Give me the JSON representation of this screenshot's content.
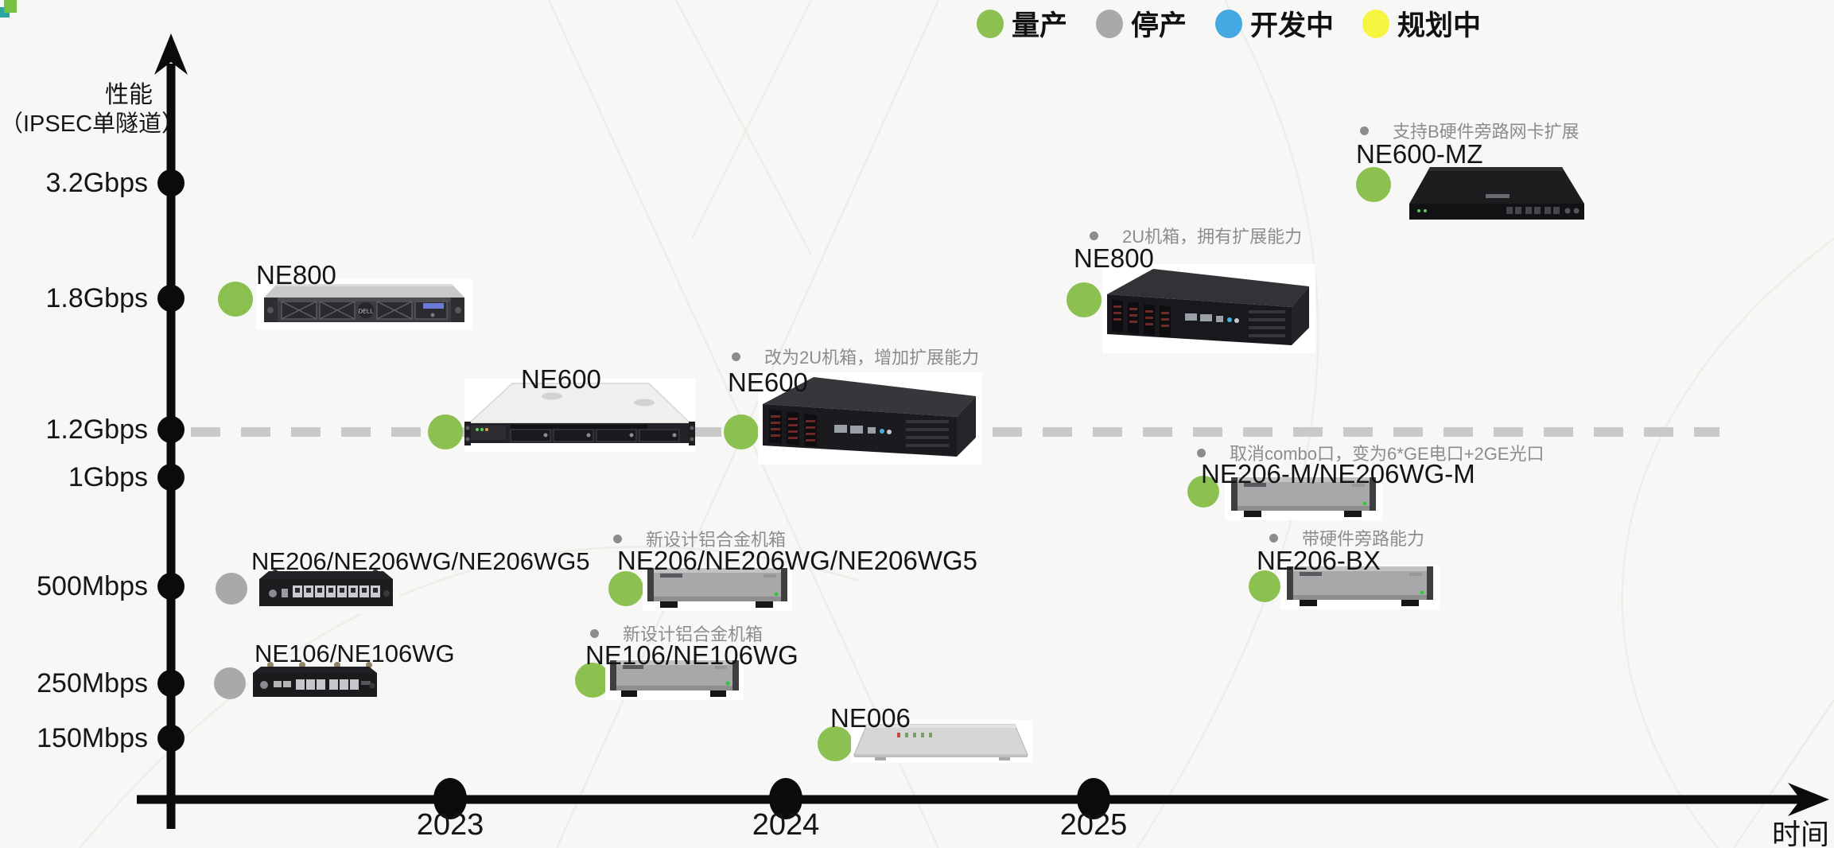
{
  "legend": {
    "items": [
      {
        "label": "量产",
        "color": "#8CC152"
      },
      {
        "label": "停产",
        "color": "#A9A9A9"
      },
      {
        "label": "开发中",
        "color": "#45A8E2"
      },
      {
        "label": "规划中",
        "color": "#F5F542"
      }
    ]
  },
  "axes": {
    "y_title_line1": "性能",
    "y_title_line2": "（IPSEC单隧道）",
    "x_title": "时间",
    "y_ticks": [
      "3.2Gbps",
      "1.8Gbps",
      "1.2Gbps",
      "1Gbps",
      "500Mbps",
      "250Mbps",
      "150Mbps"
    ],
    "x_ticks": [
      "2023",
      "2024",
      "2025"
    ]
  },
  "reference_line": {
    "value": "1.2Gbps",
    "color": "#C9C9C9",
    "style": "dashed"
  },
  "products": [
    {
      "label": "NE800",
      "status": "量产",
      "color": "#8CC152",
      "performance": "1.8Gbps"
    },
    {
      "label": "NE600",
      "status": "量产",
      "color": "#8CC152",
      "performance": "1.2Gbps"
    },
    {
      "label": "NE600",
      "status": "量产",
      "color": "#8CC152",
      "performance": "1.2Gbps",
      "note": "改为2U机箱，增加扩展能力"
    },
    {
      "label": "NE800",
      "status": "量产",
      "color": "#8CC152",
      "performance": "1.8Gbps",
      "note": "2U机箱，拥有扩展能力"
    },
    {
      "label": "NE600-MZ",
      "status": "量产",
      "color": "#8CC152",
      "performance": "3.2Gbps",
      "note": "支持B硬件旁路网卡扩展"
    },
    {
      "label": "NE206-M/NE206WG-M",
      "status": "量产",
      "color": "#8CC152",
      "performance": "1Gbps",
      "note": "取消combo口，变为6*GE电口+2GE光口"
    },
    {
      "label": "NE206-BX",
      "status": "量产",
      "color": "#8CC152",
      "performance": "500Mbps",
      "note": "带硬件旁路能力"
    },
    {
      "label": "NE206/NE206WG/NE206WG5",
      "status": "停产",
      "color": "#A9A9A9",
      "performance": "500Mbps"
    },
    {
      "label": "NE206/NE206WG/NE206WG5",
      "status": "量产",
      "color": "#8CC152",
      "performance": "500Mbps",
      "note": "新设计铝合金机箱"
    },
    {
      "label": "NE106/NE106WG",
      "status": "停产",
      "color": "#A9A9A9",
      "performance": "250Mbps"
    },
    {
      "label": "NE106/NE106WG",
      "status": "量产",
      "color": "#8CC152",
      "performance": "250Mbps",
      "note": "新设计铝合金机箱"
    },
    {
      "label": "NE006",
      "status": "量产",
      "color": "#8CC152",
      "performance": "150Mbps"
    }
  ],
  "chart_data": {
    "type": "scatter",
    "title": "",
    "xlabel": "时间",
    "ylabel": "性能（IPSEC单隧道）",
    "x_tick_labels": [
      "2023",
      "2024",
      "2025"
    ],
    "y_tick_labels": [
      "3.2Gbps",
      "1.8Gbps",
      "1.2Gbps",
      "1Gbps",
      "500Mbps",
      "250Mbps",
      "150Mbps"
    ],
    "reference_line": {
      "value": "1.2Gbps",
      "style": "dashed",
      "color": "#C9C9C9"
    },
    "legend": {
      "量产": "#8CC152",
      "停产": "#A9A9A9",
      "开发中": "#45A8E2",
      "规划中": "#F5F542"
    },
    "points": [
      {
        "name": "NE800",
        "y": "1.8Gbps",
        "x_approx": "before 2023",
        "status": "量产"
      },
      {
        "name": "NE206/NE206WG/NE206WG5",
        "y": "500Mbps",
        "x_approx": "before 2023",
        "status": "停产"
      },
      {
        "name": "NE106/NE106WG",
        "y": "250Mbps",
        "x_approx": "before 2023",
        "status": "停产"
      },
      {
        "name": "NE600",
        "y": "1.2Gbps",
        "x_approx": "2023",
        "status": "量产"
      },
      {
        "name": "NE206/NE206WG/NE206WG5",
        "y": "500Mbps",
        "x_approx": "between 2023 and 2024",
        "status": "量产",
        "note": "新设计铝合金机箱"
      },
      {
        "name": "NE106/NE106WG",
        "y": "250Mbps",
        "x_approx": "between 2023 and 2024",
        "status": "量产",
        "note": "新设计铝合金机箱"
      },
      {
        "name": "NE600",
        "y": "1.2Gbps",
        "x_approx": "just before 2024",
        "status": "量产",
        "note": "改为2U机箱，增加扩展能力"
      },
      {
        "name": "NE006",
        "y": "150Mbps",
        "x_approx": "just after 2024",
        "status": "量产"
      },
      {
        "name": "NE800",
        "y": "1.8Gbps",
        "x_approx": "2025",
        "status": "量产",
        "note": "2U机箱，拥有扩展能力"
      },
      {
        "name": "NE206-M/NE206WG-M",
        "y": "1Gbps",
        "x_approx": "after 2025",
        "status": "量产",
        "note": "取消combo口，变为6*GE电口+2GE光口"
      },
      {
        "name": "NE206-BX",
        "y": "500Mbps",
        "x_approx": "after 2025",
        "status": "量产",
        "note": "带硬件旁路能力"
      },
      {
        "name": "NE600-MZ",
        "y": "3.2Gbps",
        "x_approx": "after 2025",
        "status": "量产",
        "note": "支持B硬件旁路网卡扩展"
      }
    ]
  }
}
